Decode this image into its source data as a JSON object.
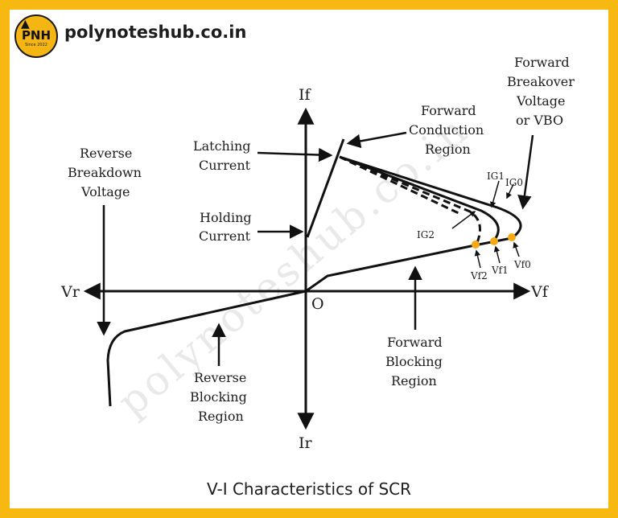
{
  "brand": {
    "logo_text": "PNH",
    "logo_sub": "Since 2022",
    "site": "polynoteshub.co.in"
  },
  "watermark": "polynoteshub.co.in",
  "caption": "V-I Characteristics of SCR",
  "axes": {
    "if": "If",
    "ir": "Ir",
    "vr": "Vr",
    "vf": "Vf",
    "origin": "O"
  },
  "labels": {
    "latching": [
      "Latching",
      "Current"
    ],
    "holding": [
      "Holding",
      "Current"
    ],
    "reverse_breakdown": [
      "Reverse",
      "Breakdown",
      "Voltage"
    ],
    "forward_conduction": [
      "Forward",
      "Conduction",
      "Region"
    ],
    "forward_breakover": [
      "Forward",
      "Breakover",
      "Voltage",
      "or VBO"
    ],
    "forward_blocking": [
      "Forward",
      "Blocking",
      "Region"
    ],
    "reverse_blocking": [
      "Reverse",
      "Blocking",
      "Region"
    ],
    "ig0": "IG0",
    "ig1": "IG1",
    "ig2": "IG2",
    "vf0": "Vf0",
    "vf1": "Vf1",
    "vf2": "Vf2"
  },
  "colors": {
    "border": "#F7B812",
    "marker": "#F5A913",
    "ink": "#111111"
  }
}
